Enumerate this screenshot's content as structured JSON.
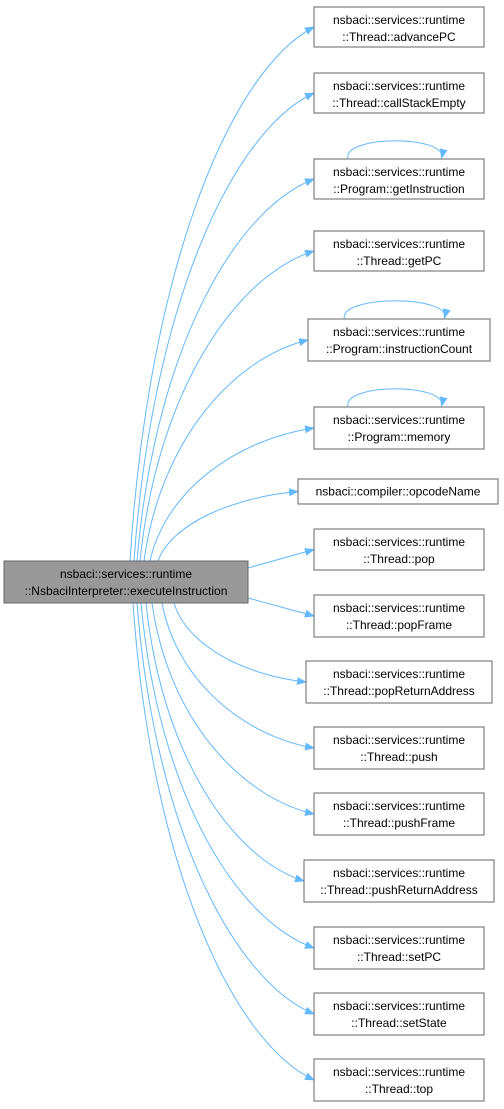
{
  "colors": {
    "edge": "#63b8ff",
    "node_border": "#666666",
    "node_fill": "#ffffff",
    "root_fill": "#999999"
  },
  "root": {
    "line1": "nsbaci::services::runtime",
    "line2": "::NsbaciInterpreter::executeInstruction"
  },
  "callees": [
    {
      "line1": "nsbaci::services::runtime",
      "line2": "::Thread::advancePC",
      "recursive": false
    },
    {
      "line1": "nsbaci::services::runtime",
      "line2": "::Thread::callStackEmpty",
      "recursive": false
    },
    {
      "line1": "nsbaci::services::runtime",
      "line2": "::Program::getInstruction",
      "recursive": true
    },
    {
      "line1": "nsbaci::services::runtime",
      "line2": "::Thread::getPC",
      "recursive": false
    },
    {
      "line1": "nsbaci::services::runtime",
      "line2": "::Program::instructionCount",
      "recursive": true
    },
    {
      "line1": "nsbaci::services::runtime",
      "line2": "::Program::memory",
      "recursive": true
    },
    {
      "line1": "nsbaci::compiler::opcodeName",
      "line2": "",
      "recursive": false
    },
    {
      "line1": "nsbaci::services::runtime",
      "line2": "::Thread::pop",
      "recursive": false
    },
    {
      "line1": "nsbaci::services::runtime",
      "line2": "::Thread::popFrame",
      "recursive": false
    },
    {
      "line1": "nsbaci::services::runtime",
      "line2": "::Thread::popReturnAddress",
      "recursive": false
    },
    {
      "line1": "nsbaci::services::runtime",
      "line2": "::Thread::push",
      "recursive": false
    },
    {
      "line1": "nsbaci::services::runtime",
      "line2": "::Thread::pushFrame",
      "recursive": false
    },
    {
      "line1": "nsbaci::services::runtime",
      "line2": "::Thread::pushReturnAddress",
      "recursive": false
    },
    {
      "line1": "nsbaci::services::runtime",
      "line2": "::Thread::setPC",
      "recursive": false
    },
    {
      "line1": "nsbaci::services::runtime",
      "line2": "::Thread::setState",
      "recursive": false
    },
    {
      "line1": "nsbaci::services::runtime",
      "line2": "::Thread::top",
      "recursive": false
    }
  ]
}
